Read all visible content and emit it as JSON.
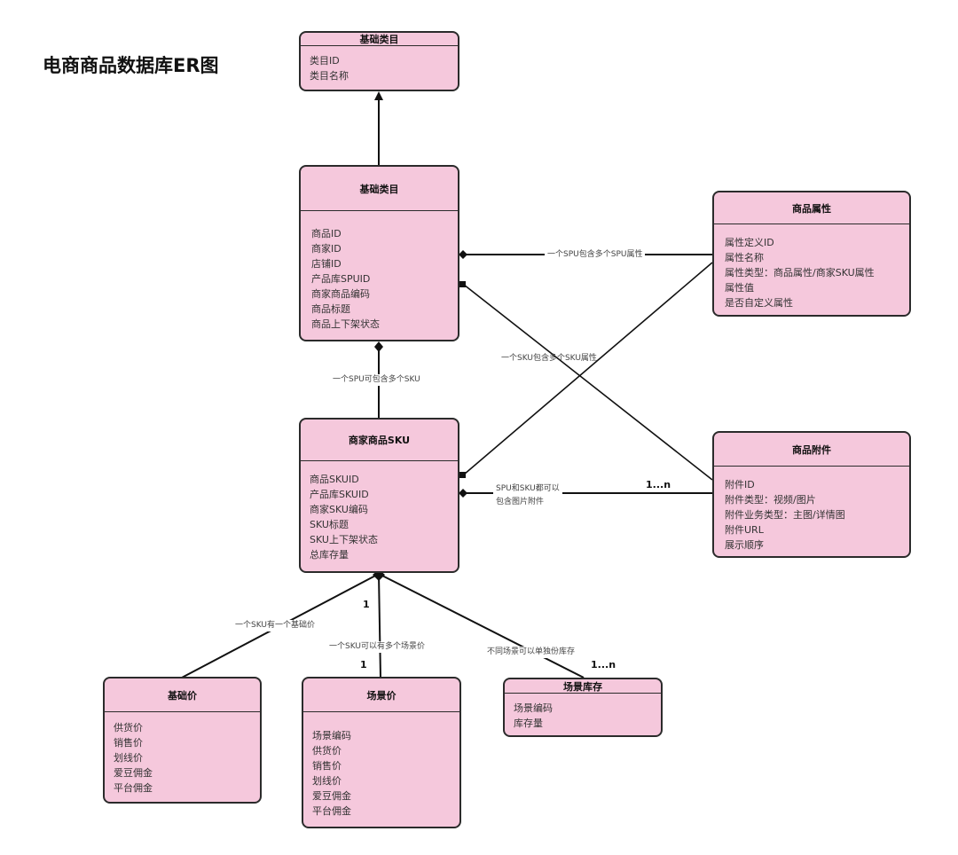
{
  "title": "电商商品数据库ER图",
  "entities": {
    "category": {
      "title": "基础类目",
      "fields": [
        "类目ID",
        "类目名称"
      ]
    },
    "spu": {
      "title": "基础类目",
      "fields": [
        "商品ID",
        "商家ID",
        "店铺ID",
        "产品库SPUID",
        "商家商品编码",
        "商品标题",
        "商品上下架状态"
      ]
    },
    "attr": {
      "title": "商品属性",
      "fields": [
        "属性定义ID",
        "属性名称",
        "属性类型：商品属性/商家SKU属性",
        "属性值",
        "是否自定义属性"
      ]
    },
    "sku": {
      "title": "商家商品SKU",
      "fields": [
        "商品SKUID",
        "产品库SKUID",
        "商家SKU编码",
        "SKU标题",
        "SKU上下架状态",
        "总库存量"
      ]
    },
    "attach": {
      "title": "商品附件",
      "fields": [
        "附件ID",
        "附件类型：视频/图片",
        "附件业务类型：主图/详情图",
        "附件URL",
        "展示顺序"
      ]
    },
    "baseprice": {
      "title": "基础价",
      "fields": [
        "供货价",
        "销售价",
        "划线价",
        "爱豆佣金",
        "平台佣金"
      ]
    },
    "sceneprice": {
      "title": "场景价",
      "fields": [
        "场景编码",
        "供货价",
        "销售价",
        "划线价",
        "爱豆佣金",
        "平台佣金"
      ]
    },
    "scenestock": {
      "title": "场景库存",
      "fields": [
        "场景编码",
        "库存量"
      ]
    }
  },
  "relations": {
    "spu_attr": "一个SPU包含多个SPU属性",
    "sku_attr": "一个SKU包含多个SKU属性",
    "spu_sku": "一个SPU可包含多个SKU",
    "attach_line1": "SPU和SKU都可以",
    "attach_line2": "包含图片附件",
    "sku_baseprice": "一个SKU有一个基础价",
    "sku_sceneprice": "一个SKU可以有多个场景价",
    "sku_scenestock": "不同场景可以单独份库存"
  },
  "multiplicity": {
    "attach_many": "1...n",
    "sku_one": "1",
    "sceneprice_one": "1",
    "scenestock_many": "1...n"
  },
  "colors": {
    "entity_fill": "#f5c8dc",
    "stroke": "#2b2b2b"
  }
}
